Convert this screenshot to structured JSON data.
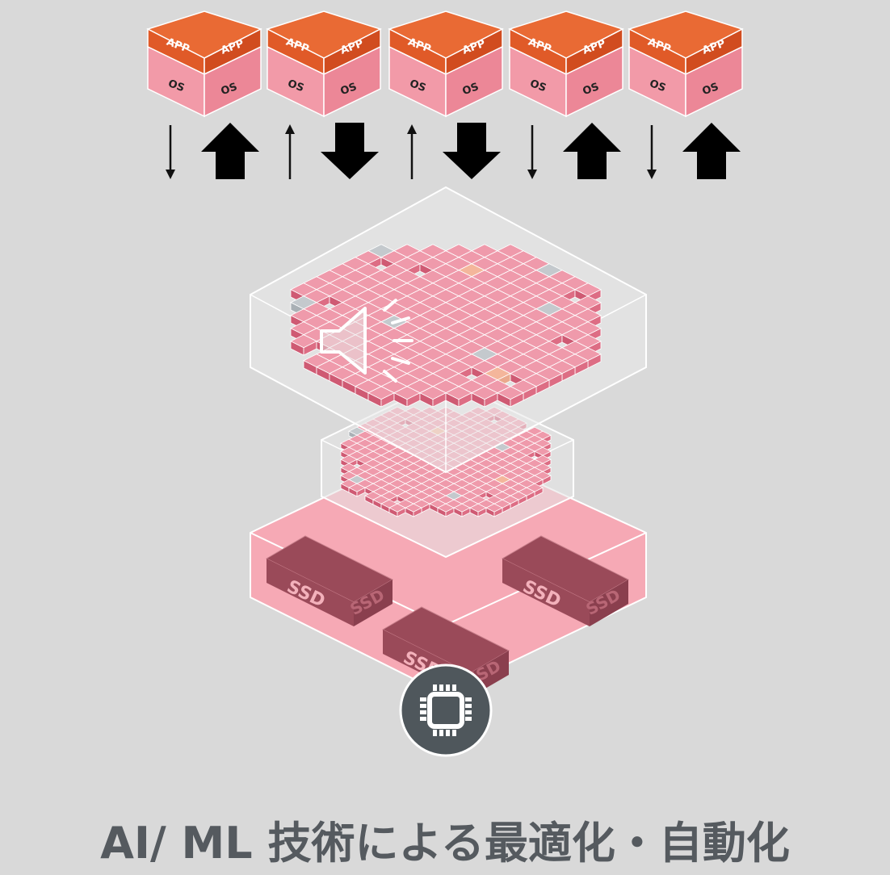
{
  "vm_units": [
    {
      "app_label": "APP",
      "os_label": "OS",
      "arrows": "thin-down-bold-up"
    },
    {
      "app_label": "APP",
      "os_label": "OS",
      "arrows": "thin-up-bold-down"
    },
    {
      "app_label": "APP",
      "os_label": "OS",
      "arrows": "thin-up-bold-down"
    },
    {
      "app_label": "APP",
      "os_label": "OS",
      "arrows": "thin-down-bold-up"
    },
    {
      "app_label": "APP",
      "os_label": "OS",
      "arrows": "thin-down-bold-up"
    }
  ],
  "storage": {
    "drive_label": "SSD",
    "drive_count": 3
  },
  "icons": {
    "cpu": "cpu-chip-icon",
    "speaker": "speaker-icon"
  },
  "colors": {
    "background": "#d9d9d9",
    "app_orange": "#e05a28",
    "os_pink": "#f29aa8",
    "block_pink": "#d9687e",
    "ssd_maroon": "#9a4a59",
    "storage_pink": "#f6a9b5",
    "cpu_badge": "#4f575c",
    "caption": "#555a5f"
  },
  "caption": "AI/ ML 技術による最適化・自動化"
}
